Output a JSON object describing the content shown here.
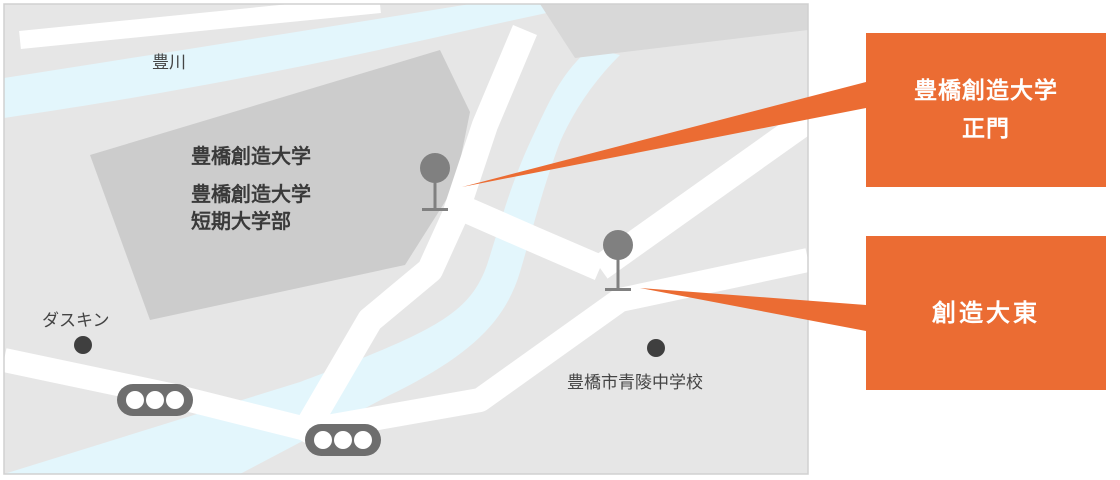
{
  "map": {
    "river_label": "豊川",
    "campus_label": "豊橋創造大学",
    "college_label_line1": "豊橋創造大学",
    "college_label_line2": "短期大学部",
    "store_label": "ダスキン",
    "school_label": "豊橋市青陵中学校"
  },
  "callouts": {
    "main_gate_line1": "豊橋創造大学",
    "main_gate_line2": "正門",
    "east_stop": "創造大東"
  },
  "icons": {
    "bus_stop": "bus-stop-icon",
    "traffic_light": "traffic-light-icon",
    "landmark": "landmark-dot-icon"
  },
  "colors": {
    "map_background": "#e6e6e6",
    "river": "#e3f6fc",
    "road": "#ffffff",
    "building": "#cccccc",
    "callout": "#eb6c33",
    "marker": "#808080"
  }
}
